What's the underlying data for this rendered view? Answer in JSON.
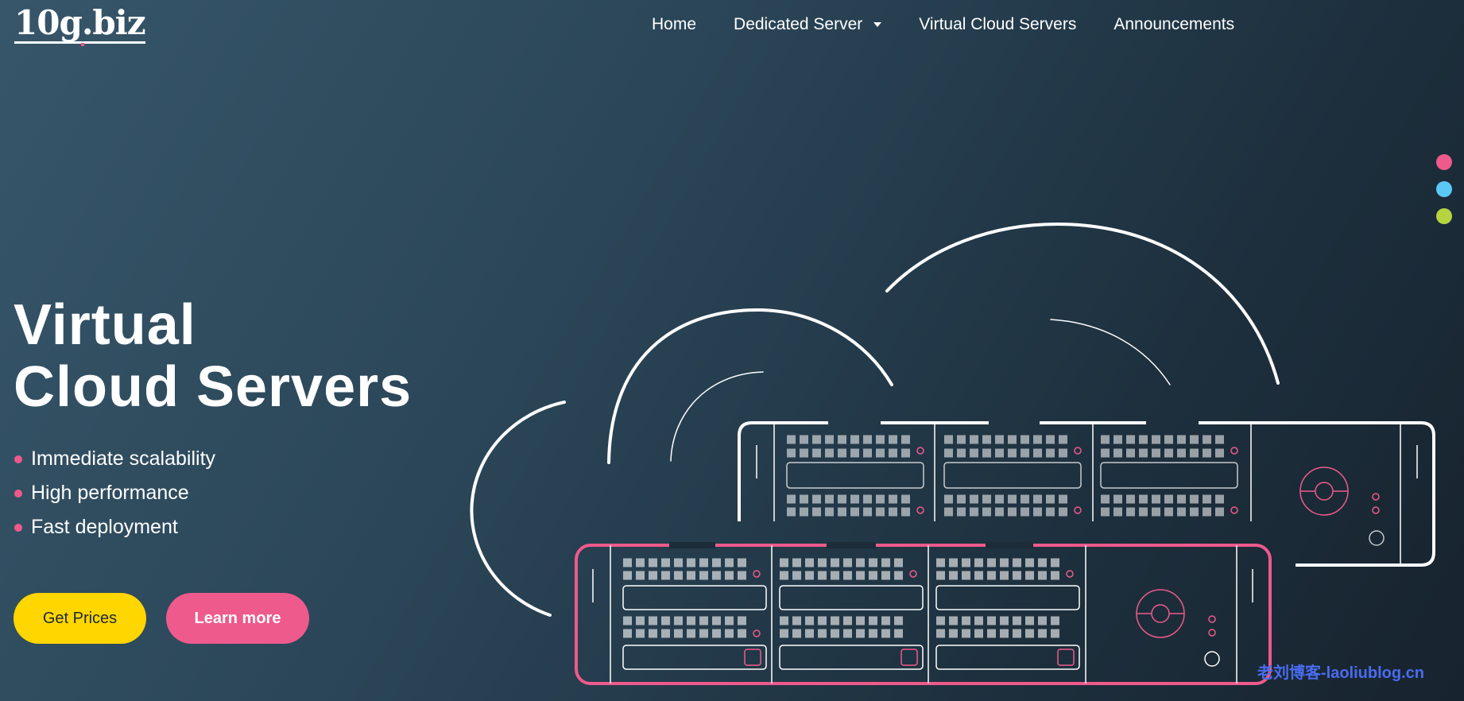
{
  "logo": {
    "text": "10g.biz"
  },
  "nav": {
    "items": [
      {
        "label": "Home"
      },
      {
        "label": "Dedicated Server"
      },
      {
        "label": "Virtual Cloud Servers"
      },
      {
        "label": "Announcements"
      }
    ]
  },
  "hero": {
    "title_line1": "Virtual",
    "title_line2": "Cloud Servers",
    "features": [
      "Immediate scalability",
      "High performance",
      "Fast deployment"
    ],
    "btn_prices": "Get Prices",
    "btn_learn": "Learn more"
  },
  "slider": {
    "dot_colors": [
      "#ee5a8c",
      "#5bc8f5",
      "#b5d43f"
    ]
  },
  "colors": {
    "accent_pink": "#ee5a8c",
    "accent_yellow": "#ffd600"
  },
  "watermark": "老刘博客-laoliublog.cn"
}
